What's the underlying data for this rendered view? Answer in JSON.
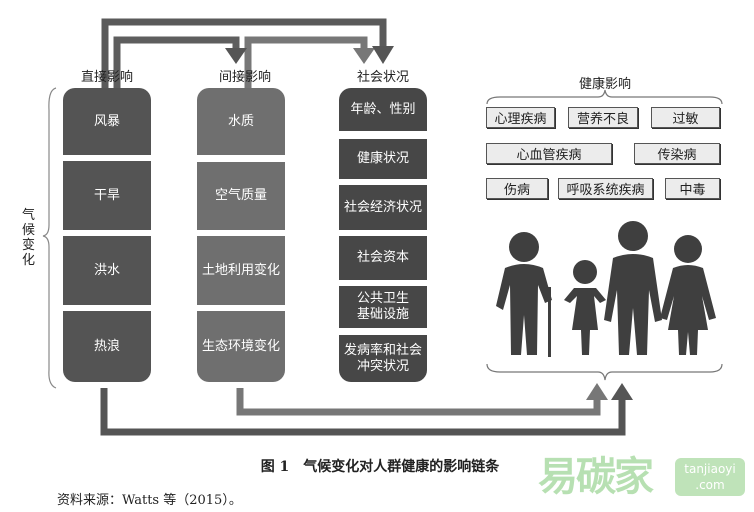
{
  "headers": {
    "direct": "直接影响",
    "indirect": "间接影响",
    "social": "社会状况",
    "health": "健康影响",
    "climate": "气候变化"
  },
  "direct": [
    "风暴",
    "干旱",
    "洪水",
    "热浪"
  ],
  "indirect": [
    "水质",
    "空气质量",
    "土地利用变化",
    "生态环境变化"
  ],
  "social": [
    "年龄、性别",
    "健康状况",
    "社会经济状况",
    "社会资本",
    "公共卫生基础设施",
    "发病率和社会冲突状况"
  ],
  "health": [
    "心理疾病",
    "营养不良",
    "过敏",
    "心血管疾病",
    "传染病",
    "伤病",
    "呼吸系统疾病",
    "中毒"
  ],
  "caption": "图 1　气候变化对人群健康的影响链条",
  "source": "资料来源：Watts 等（2015）。",
  "watermark": {
    "name": "易碳家",
    "domain": "tanjiaoyi",
    "tld": ".com"
  }
}
